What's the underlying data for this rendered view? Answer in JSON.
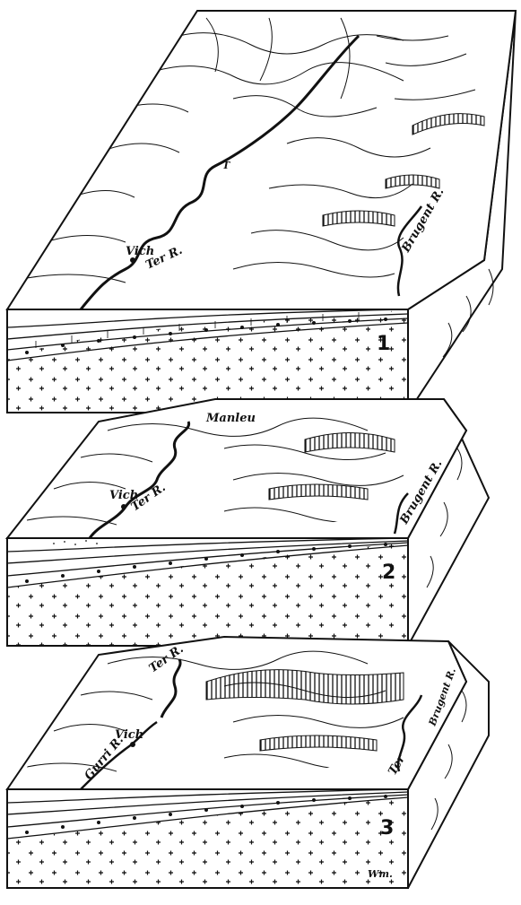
{
  "figure": {
    "blocks": [
      {
        "number": "1",
        "labels": {
          "vich": "Vich",
          "ter_river": "Ter R.",
          "brugent_river": "Brugent R.",
          "ter_short": "T"
        }
      },
      {
        "number": "2",
        "labels": {
          "vich": "Vich",
          "ter_river": "Ter R.",
          "manleu": "Manleu",
          "brugent_river": "Brugent R."
        }
      },
      {
        "number": "3",
        "labels": {
          "vich": "Vich",
          "ter_river": "Ter R.",
          "gurri_river": "Gurri R.",
          "ter_short": "Ter",
          "brugent_river": "Brugent R."
        }
      }
    ],
    "signature": "Wm."
  }
}
